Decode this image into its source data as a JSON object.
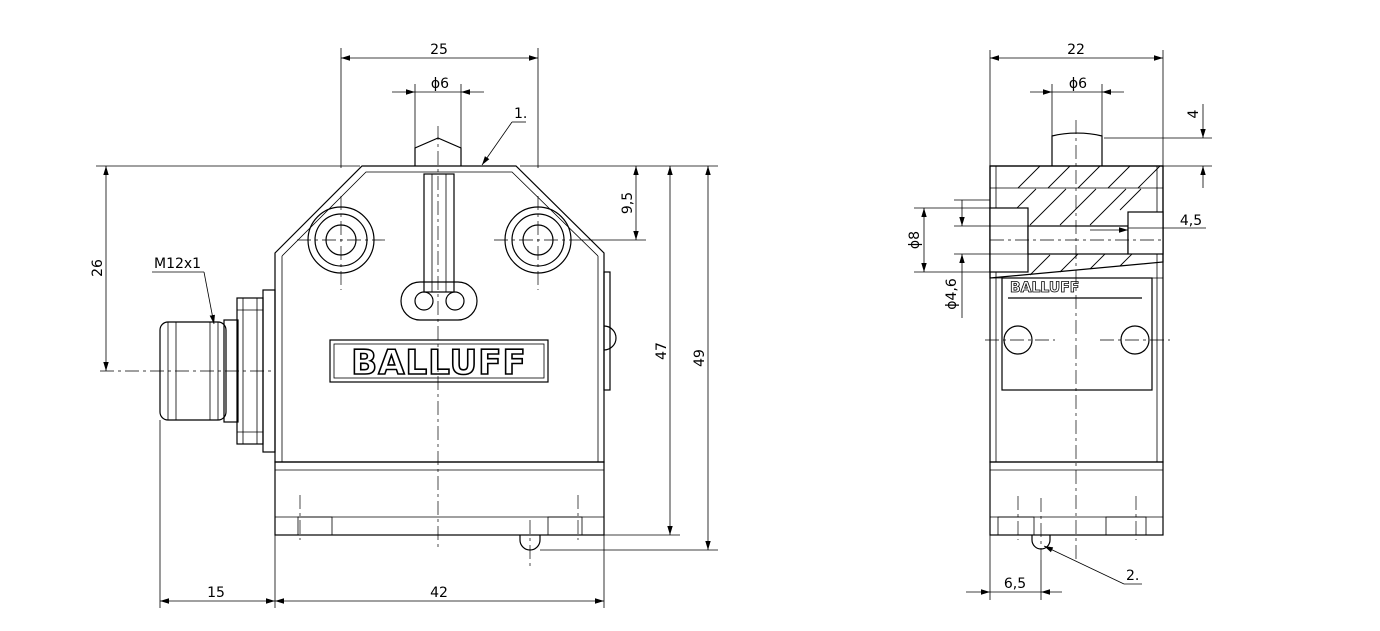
{
  "brand": "BALLUFF",
  "front_view": {
    "dimensions": {
      "top_width": "25",
      "plunger_diameter": "ϕ6",
      "callout_1": "1.",
      "mount_hole_height": "9,5",
      "connector_axis_height": "26",
      "connector_thread": "M12x1",
      "body_height": "47",
      "total_height": "49",
      "connector_length": "15",
      "body_width": "42"
    }
  },
  "side_view": {
    "dimensions": {
      "width": "22",
      "plunger_diameter": "ϕ6",
      "plunger_height": "4",
      "bore_diameter": "4,5",
      "counterbore_diameter": "ϕ8",
      "hole_diameter": "ϕ4,6",
      "led_offset": "6,5",
      "callout_2": "2."
    }
  }
}
